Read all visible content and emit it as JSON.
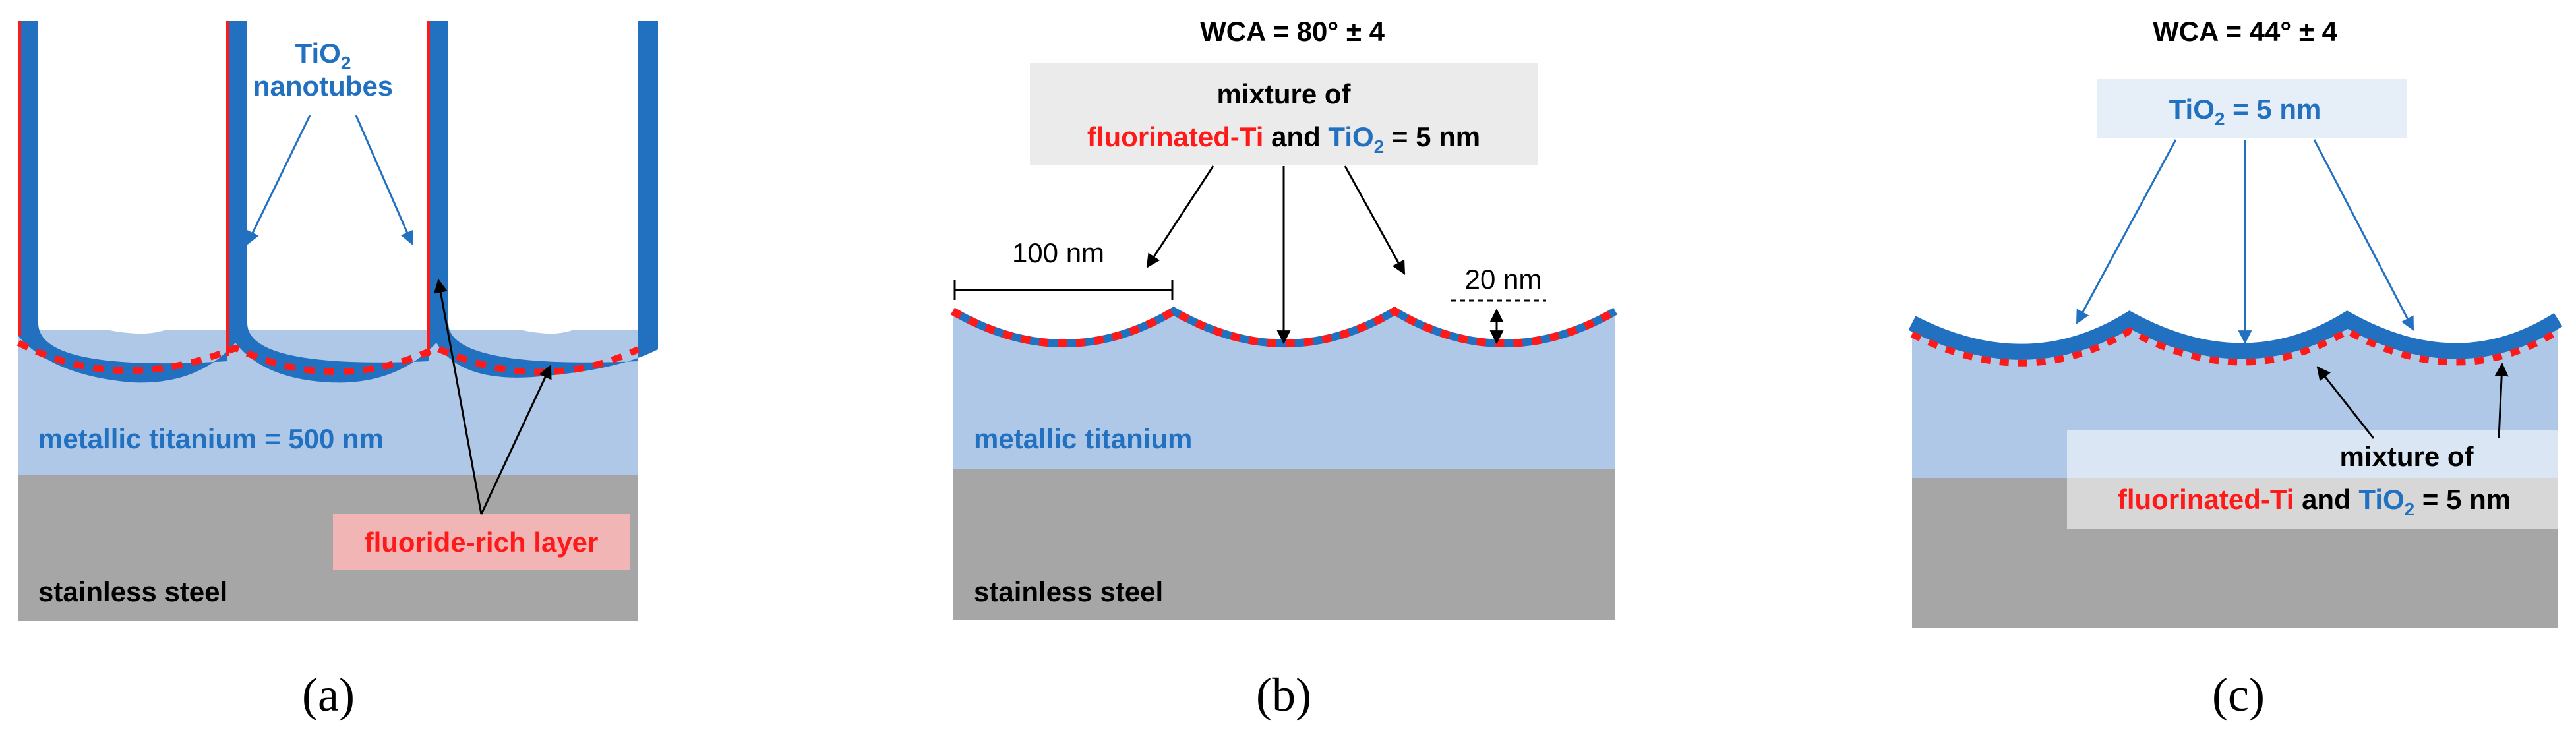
{
  "colors": {
    "tio2_blue": "#2270C0",
    "titanium_light": "#AFC8E8",
    "steel_gray": "#A6A6A6",
    "fluoride_red": "#FF1A1A",
    "label_box_gray": "#EBEBEB",
    "label_box_blue": "#E6EEF8",
    "label_box_red": "#F2B5B5"
  },
  "panel_a": {
    "caption": "(a)",
    "nanotubes_label_line1": "TiO",
    "nanotubes_label_sub": "2",
    "nanotubes_label_line2": "nanotubes",
    "titanium_label": "metallic titanium = 500 nm",
    "fluoride_label": "fluoride-rich layer",
    "steel_label": "stainless steel"
  },
  "panel_b": {
    "caption": "(b)",
    "wca": "WCA = 80° ± 4",
    "box_line1": "mixture of",
    "box_red": "fluorinated-Ti",
    "box_and": " and ",
    "box_tio": "TiO",
    "box_sub": "2",
    "box_tail": " = 5 nm",
    "width_dim": "100 nm",
    "height_dim": "20 nm",
    "titanium_label": "metallic titanium",
    "steel_label": "stainless steel"
  },
  "panel_c": {
    "caption": "(c)",
    "wca": "WCA = 44° ± 4",
    "top_box_tio": "TiO",
    "top_box_sub": "2",
    "top_box_tail": " = 5 nm",
    "bottom_line1": "mixture of",
    "bottom_red": "fluorinated-Ti",
    "bottom_and": " and ",
    "bottom_tio": "TiO",
    "bottom_sub": "2",
    "bottom_tail": " = 5 nm"
  }
}
